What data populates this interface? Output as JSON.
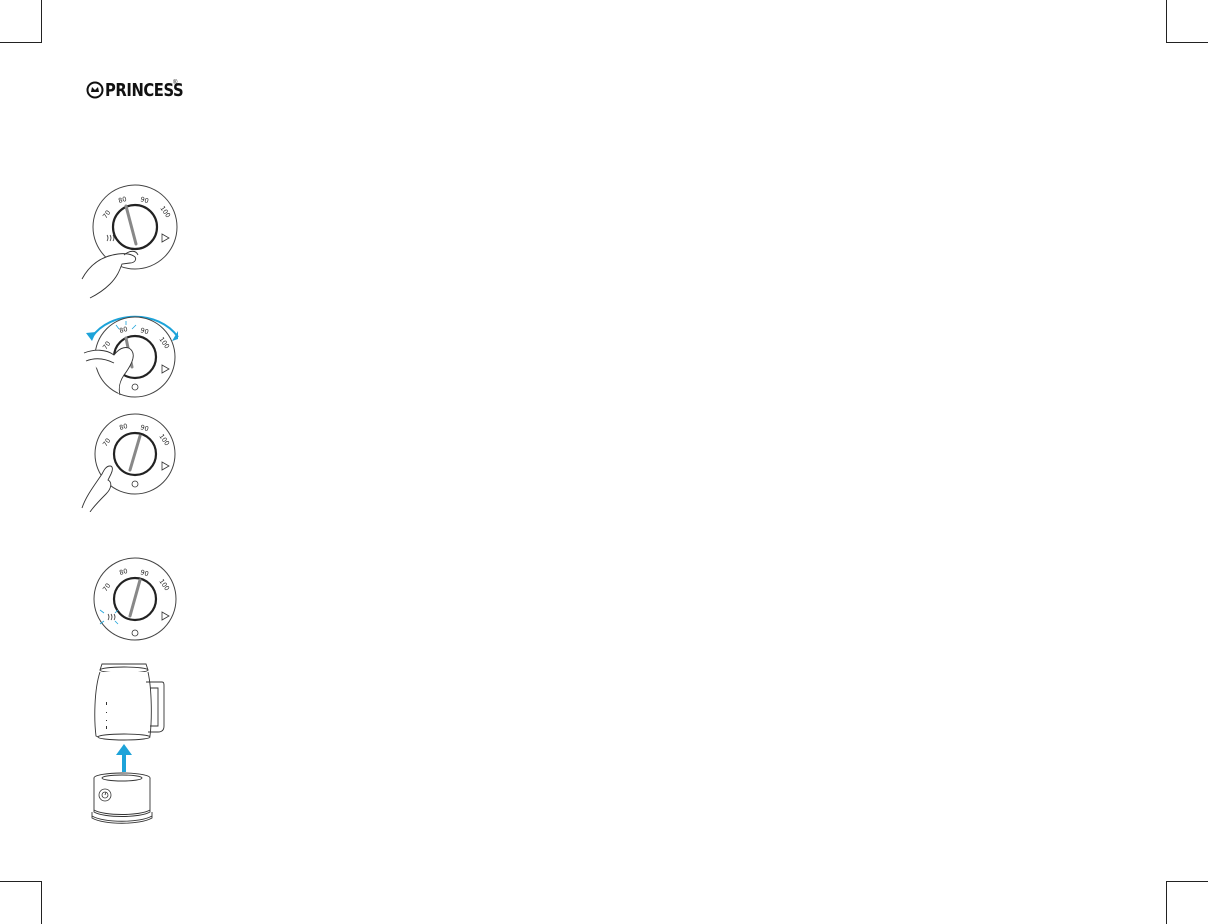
{
  "brand": {
    "name": "PRINCESS",
    "reg": "®",
    "logo_icon": "princess-crown-icon"
  },
  "dial": {
    "ticks": [
      "70",
      "80",
      "90",
      "100"
    ]
  },
  "colors": {
    "line": "#333333",
    "accent": "#1da3d9",
    "needle": "#666666"
  }
}
